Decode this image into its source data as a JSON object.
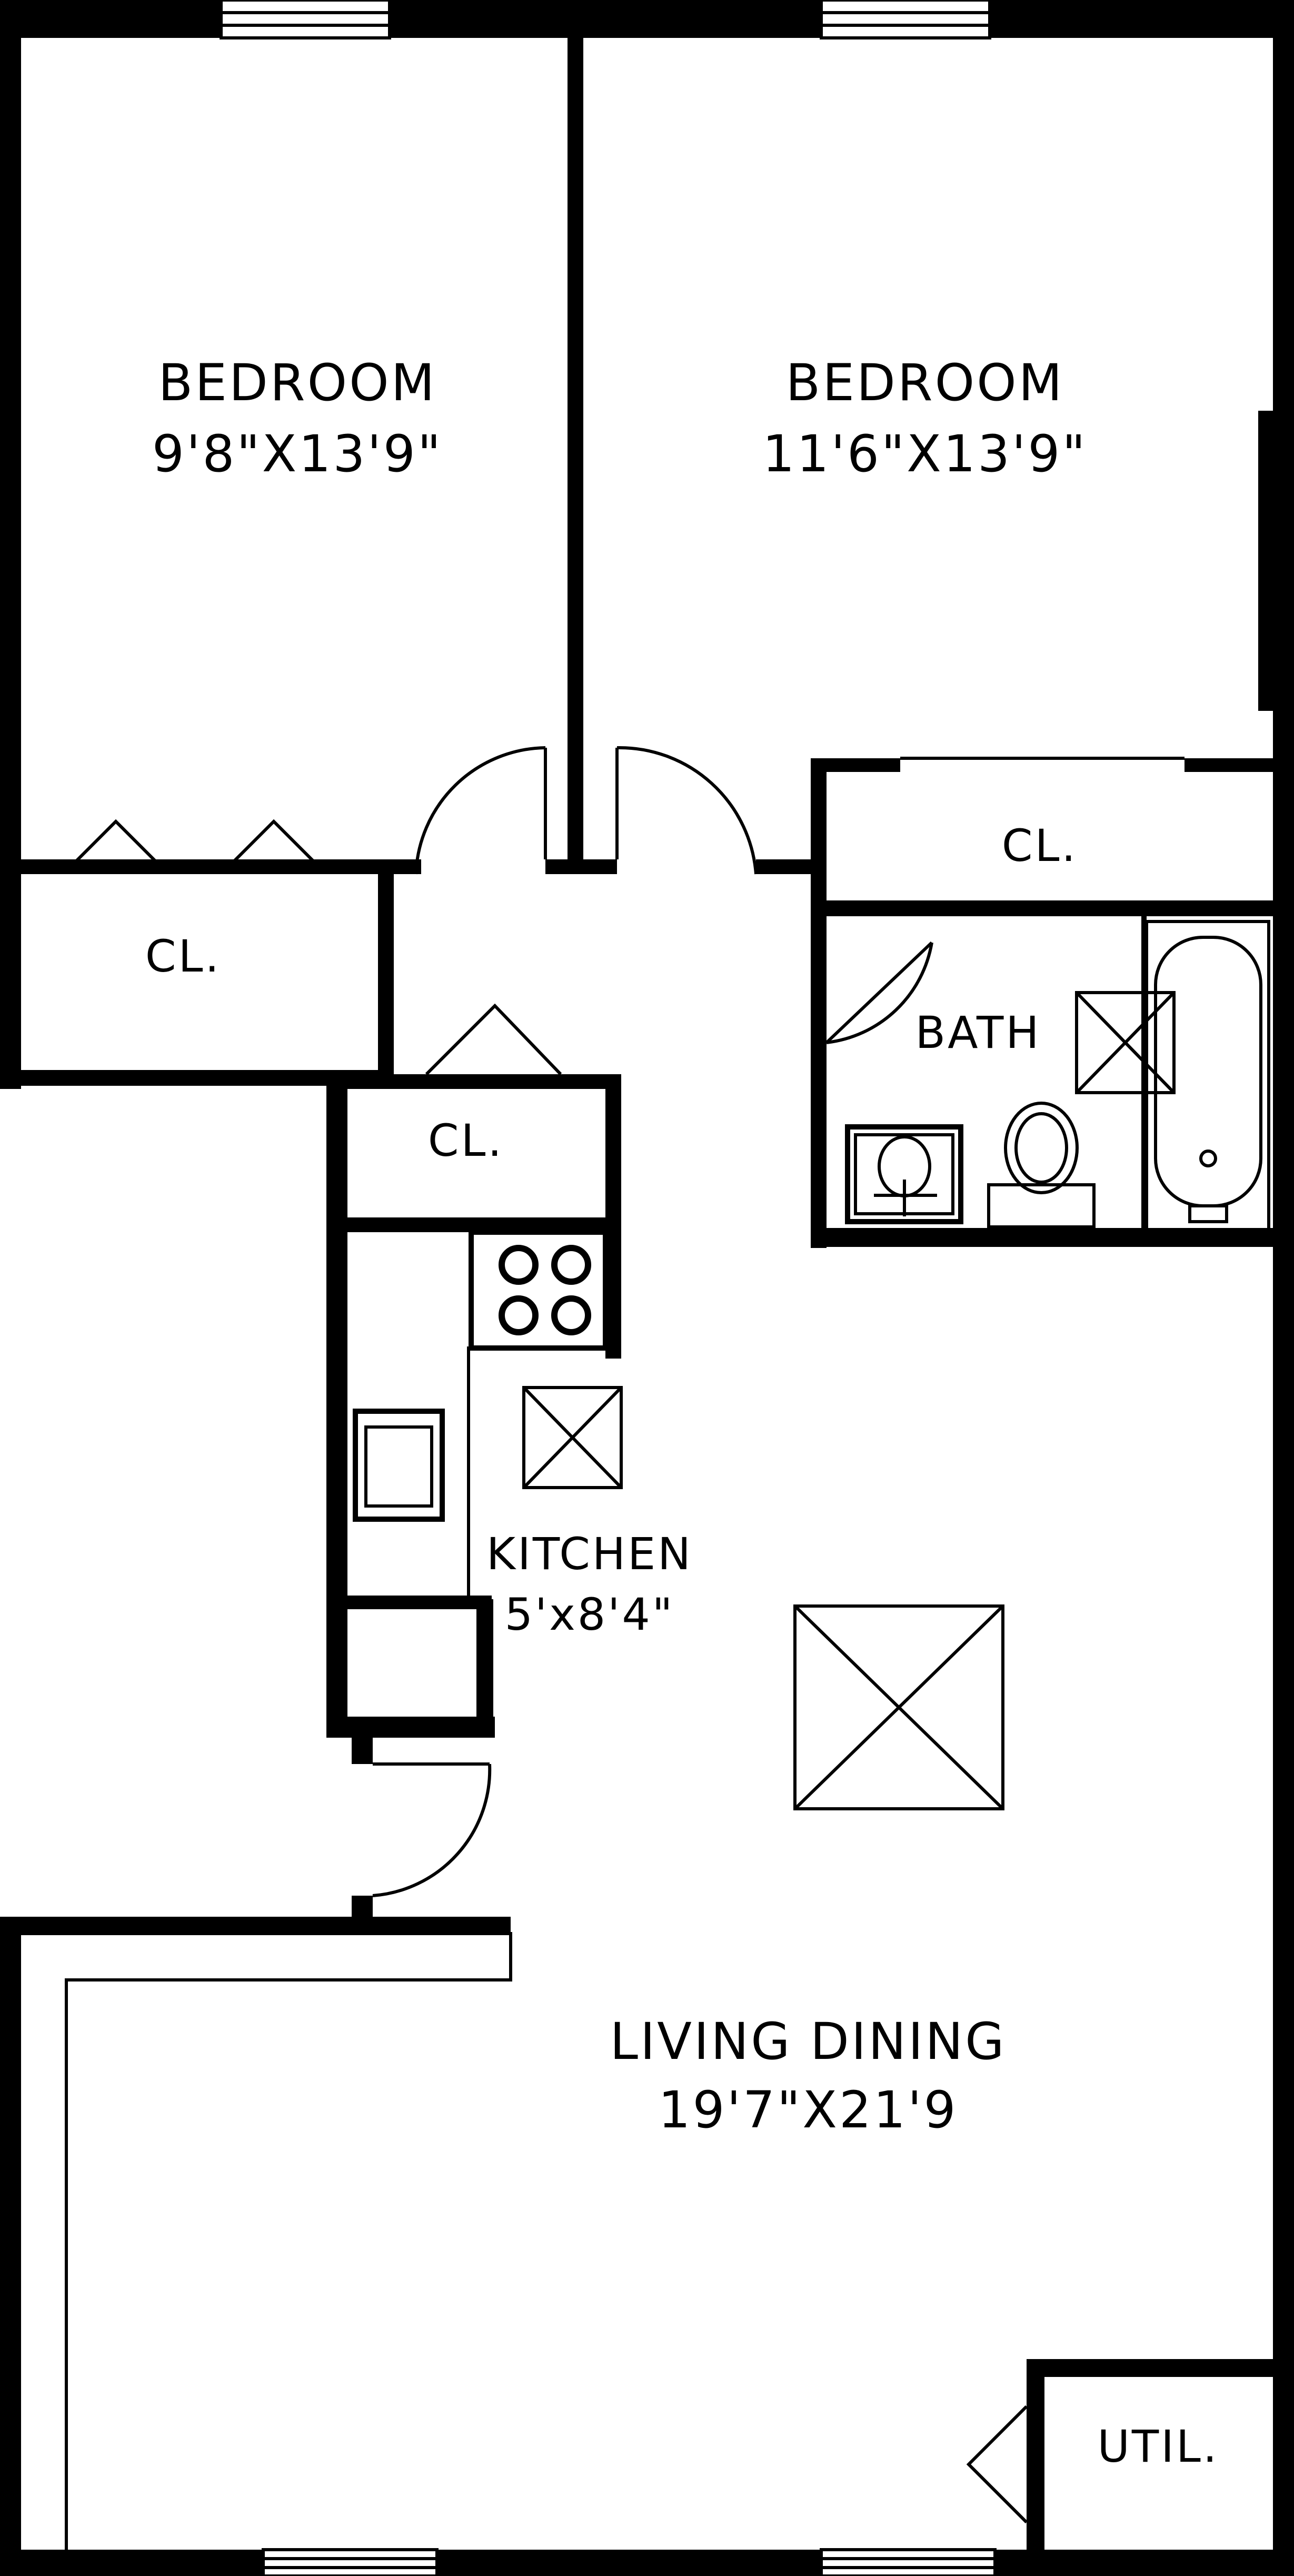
{
  "plan": {
    "bedroom_left": {
      "name": "BEDROOM",
      "size": "9'8\"X13'9\""
    },
    "bedroom_right": {
      "name": "BEDROOM",
      "size": "11'6\"X13'9\""
    },
    "closet_right_upper": {
      "name": "CL."
    },
    "closet_left": {
      "name": "CL."
    },
    "closet_kitchen": {
      "name": "CL."
    },
    "bath": {
      "name": "BATH"
    },
    "kitchen": {
      "name": "KITCHEN",
      "size": "5'x8'4\""
    },
    "living_dining": {
      "name": "LIVING DINING",
      "size": "19'7\"X21'9"
    },
    "utility": {
      "name": "UTIL."
    }
  },
  "colors": {
    "wall": "#000000",
    "background": "#ffffff"
  }
}
